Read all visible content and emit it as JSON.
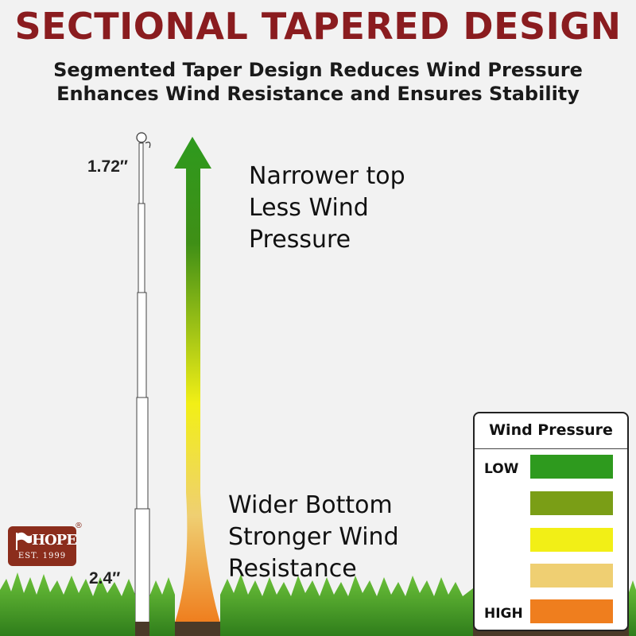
{
  "title": "SECTIONAL TAPERED DESIGN",
  "subtitle_lines": [
    "Segmented Taper Design Reduces Wind Pressure",
    "Enhances Wind Resistance and Ensures Stability"
  ],
  "pole": {
    "top_diameter": "1.72′′",
    "bottom_diameter": "2.4′′"
  },
  "callouts": {
    "top": [
      "Narrower top",
      "Less Wind",
      "Pressure"
    ],
    "bottom": [
      "Wider Bottom",
      "Stronger Wind",
      "Resistance"
    ]
  },
  "arrow_colors": {
    "top": "#2e9a1e",
    "middle": "#f2ef16",
    "bottom": "#ef7e1e"
  },
  "legend": {
    "title": "Wind Pressure",
    "low_label": "LOW",
    "high_label": "HIGH",
    "swatch_colors": [
      "#2e9a1e",
      "#7a9e16",
      "#f2ef16",
      "#efcf72",
      "#ef7e1e"
    ]
  },
  "logo": {
    "name": "HOPE",
    "est": "EST. 1999",
    "reg": "®",
    "icon": "flag-icon"
  }
}
